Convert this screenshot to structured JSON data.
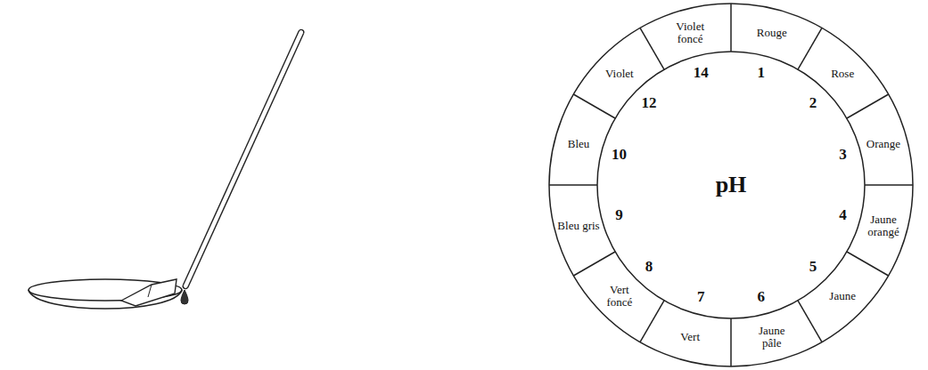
{
  "diagram": {
    "nodes": [
      {
        "text": [
          "Rouge"
        ]
      },
      {
        "text": [
          "Rose"
        ]
      },
      {
        "text": [
          "Orange"
        ]
      },
      {
        "text": [
          "Jaune orangé"
        ]
      },
      {
        "text": [
          "Jaune"
        ]
      },
      {
        "text": [
          "Jaune pâle"
        ]
      },
      {
        "text": [
          "Vert"
        ]
      },
      {
        "text": [
          "Vert foncé"
        ]
      },
      {
        "text": [
          "Bleu gris"
        ]
      },
      {
        "text": [
          "Bleu"
        ]
      },
      {
        "text": [
          "Violet"
        ]
      },
      {
        "text": [
          "Violet foncé"
        ]
      }
    ],
    "labels": [
      "1",
      "2",
      "3",
      "4",
      "5",
      "6",
      "7",
      "8",
      "9",
      "10",
      "12",
      "14",
      "pH"
    ]
  }
}
